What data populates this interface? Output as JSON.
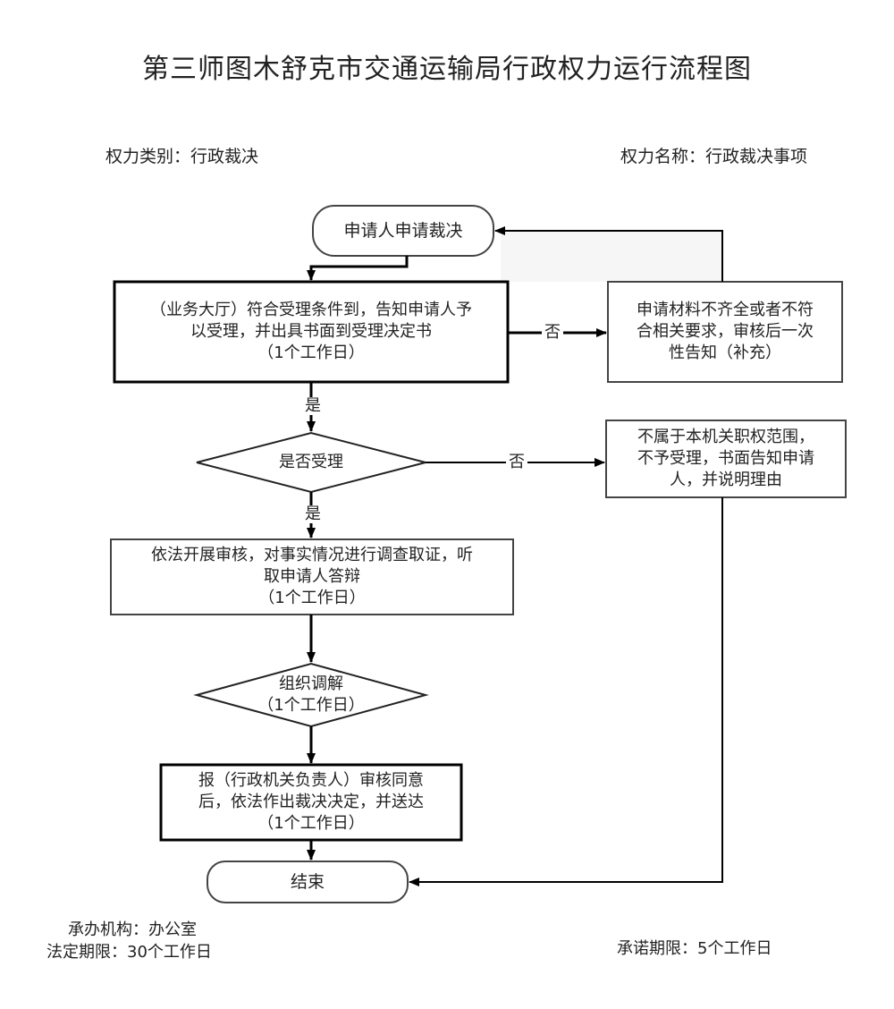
{
  "title": "第三师图木舒克市交通运输局行政权力运行流程图",
  "power_category": "权力类别：行政裁决",
  "power_name": "权力名称：行政裁决事项",
  "nodes": {
    "start": "申请人申请裁决",
    "accept_step": [
      "（业务大厅）符合受理条件到，告知申请人予",
      "以受理，并出具书面到受理决定书",
      "（1个工作日）"
    ],
    "supplement": [
      "申请材料不齐全或者不符",
      "合相关要求，审核后一次",
      "性告知（补充）"
    ],
    "decision_accept": "是否受理",
    "reject": [
      "不属于本机关职权范围，",
      "不予受理，书面告知申请",
      "人，并说明理由"
    ],
    "review": [
      "依法开展审核，对事实情况进行调查取证，听",
      "取申请人答辩",
      "（1个工作日）"
    ],
    "mediation": [
      "组织调解",
      "（1个工作日）"
    ],
    "report": [
      "报（行政机关负责人）审核同意",
      "后，依法作出裁决决定，并送达",
      "（1个工作日）"
    ],
    "end": "结束"
  },
  "edge_labels": {
    "no1": "否",
    "yes1": "是",
    "no2": "否",
    "yes2": "是"
  },
  "footer": {
    "org": "承办机构：办公室",
    "legal_limit": "法定期限：30个工作日",
    "promise_limit": "承诺期限：5个工作日"
  }
}
